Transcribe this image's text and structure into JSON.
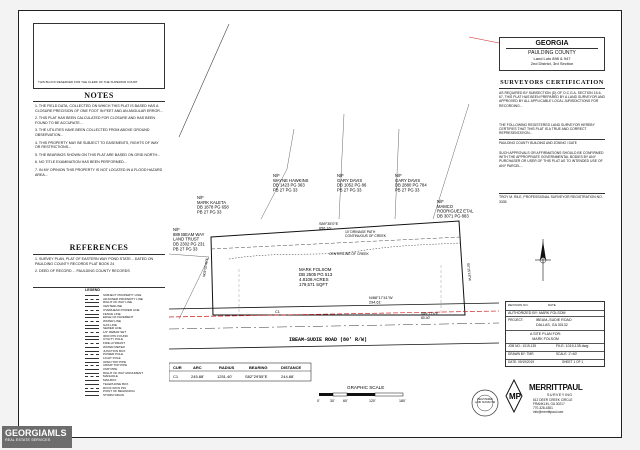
{
  "clerk_note": "THIS BLOCK RESERVED FOR THE CLERK OF THE SUPERIOR COURT",
  "notes": {
    "heading": "NOTES",
    "items": [
      "1. THE FIELD DATA, COLLECTED ON WHICH THIS PLAT IS BASED HAS A CLOSURE PRECISION OF ONE FOOT IN FEET AND AN ANGULAR ERROR...",
      "2. THIS PLAT HAS BEEN CALCULATED FOR CLOSURE AND HAS BEEN FOUND TO BE ACCURATE...",
      "3. THE UTILITIES HAVE BEEN COLLECTED FROM ABOVE GROUND OBSERVATION...",
      "4. THIS PROPERTY MAY BE SUBJECT TO EASEMENTS, RIGHTS OF WAY OR RESTRICTIONS...",
      "5. THE BEARINGS SHOWN ON THIS PLAT ARE BASED ON GRID NORTH...",
      "6. NO TITLE EXAMINATION HAS BEEN PERFORMED...",
      "7. IN MY OPINION THIS PROPERTY IS NOT LOCATED IN A FLOOD HAZARD AREA..."
    ]
  },
  "references": {
    "heading": "REFERENCES",
    "items": [
      "1. SURVEY PLAN, PLAT OF EASTERN WAY POND STATE... DATED ON PAULDING COUNTY RECORDS PLAT BOOK 24",
      "2. DEED OF RECORD ... PAULDING COUNTY RECORDS"
    ]
  },
  "legend": {
    "heading": "LEGEND",
    "items": [
      "SUBJECT PROPERTY LINE",
      "ADJOINER PROPERTY LINE",
      "RIGHT OF WAY LINE",
      "CENTERLINE",
      "OVERHEAD POWER LINE",
      "FENCE LINE",
      "EDGE OF PAVEMENT",
      "WATER LINE",
      "GAS LINE",
      "SEWER LINE",
      "1/2\" REBAR SET",
      "IRON PIN FOUND",
      "UTILITY POLE",
      "FIRE HYDRANT",
      "WATER METER",
      "JUNCTION BOX",
      "POWER POLE",
      "LIGHT POLE",
      "OPEN TOP PIPE",
      "CRIMP TOP PIPE",
      "CMP PIPE",
      "RIGHT OF WAY MONUMENT",
      "MANHOLE",
      "MAILBOX",
      "TELEPHONE BOX",
      "ROCK IRON PIN",
      "POINT OF BEGINNING",
      "STORM DRAIN"
    ]
  },
  "curve_table": {
    "headers": [
      "CUR",
      "ARC",
      "RADIUS",
      "BEARING",
      "DISTANCE"
    ],
    "rows": [
      [
        "C1",
        "245.88'",
        "1251.40'",
        "S82°29'55\"E",
        "244.88'"
      ]
    ]
  },
  "map": {
    "labels": {
      "kaleta": "N/F\nMARK KALETA\nDB 1878 PG 658\nPB 27 PG 33",
      "hawkins": "N/F\nWAYNE HAWKINS\nDB 1423 PG 363\nPB 27 PG 33",
      "gary_davis_1": "N/F\nGARY DAVIS\nDB 1052 PG 86\nPB 27 PG 33",
      "gary_davis_2": "N/F\nGARY DAVIS\nDB 2880 PG 784\nPB 27 PG 33",
      "mamco": "N/F\nMAMCO\nRODRIGUEZ ETAL\nDB 3071 PG 883",
      "ibeam": "N/F\n889 IBEAM WAY\nLAND TRUST\nDB 2302 PG 231\nPB 27 PG 33",
      "folsom": "MARK FOLSOM\nDB 2505 PG 513\n4.8108 ACRES\n179,571 SQFT",
      "ditch": "10' DRINAGE PATH\nCONTINUOUS OF CREEK",
      "centerline": "CENTERLINE OF CREEK",
      "road": "IBEAM–SUDIE ROAD (80' R/W)",
      "top_bearing": "S89°35'0\"E\n656.16'",
      "bottom_bearing": "N/88°17'41\"W\n294.61'",
      "bottom_bearing_2": "S89°17'5\"E\n80.40'",
      "side_left": "N03°02'40\"E",
      "side_right": "S0°25'18\"W",
      "curve": "C1"
    }
  },
  "scale": {
    "title": "GRAPHIC SCALE",
    "ticks": [
      "0'",
      "30'",
      "60'",
      "120'",
      "180'"
    ]
  },
  "county": {
    "state": "GEORGIA",
    "county": "PAULDING COUNTY",
    "land_lots": "Land Lots 898 & 947",
    "district": "2nd District, 3rd Section"
  },
  "surveyor": {
    "heading": "SURVEYORS CERTIFICATION",
    "paragraph1": "AS REQUIRED BY SUBSECTION (D) OF O.C.G.A. SECTION 15-6-67, THIS PLAT HAS BEEN PREPARED BY A LAND SURVEYOR AND APPROVED BY ALL APPLICABLE LOCAL JURISDICTIONS FOR RECORDING...",
    "paragraph2": "THE FOLLOWING REGISTERED LAND SURVEYOR HEREBY CERTIFIES THAT THIS PLAT IS A TRUE AND CORRECT REPRESENTATION...",
    "approval": "PAULDING COUNTY BUILDING AND ZONING / DATE",
    "paragraph3": "SUCH APPROVALS OR AFFIRMATIONS SHOULD BE CONFIRMED WITH THE APPROPRIATE GOVERNMENTAL BODIES BY ANY PURCHASER OR USER OF THIS PLAT AS TO INTENDED USE OF ANY PARCEL...",
    "signature": "TROY M. RILE, PROFESSIONAL SURVEYOR REGISTRATION NO. 3335"
  },
  "title_block": {
    "revisions_label": "REVISION NO.",
    "date_label": "DATE",
    "authorized": "AUTHORIZED BY: MARK FOLSOM",
    "project_label": "PROJECT:",
    "project": "IBEAM–SUDIE ROAD\nDALLAS, GA 30132",
    "drawing_title": "A SITE PLAN FOR:\nMARK FOLSOM",
    "job_no": "JOB NO.: 1019-135",
    "file": "FILE: 1019-135.dwg",
    "drawn": "DRAWN BY: TMR",
    "scale": "SCALE: 1\"=60'",
    "date": "DATE: 09/19/2019",
    "sheet": "SHEET 1 OF 1"
  },
  "firm": {
    "name": "MERRITTPAUL",
    "sub": "SURVEYING",
    "address": "612 DEER CREEK CIRCLE\nFRANKLIN, GA 30217\n770-328-4381\ninfo@merrittpaul.com",
    "seal": "REGISTERED\nLAND SURVEYOR"
  },
  "watermark": {
    "line1": "GEORGIAMLS",
    "line2": "REAL ESTATE SERVICES"
  }
}
